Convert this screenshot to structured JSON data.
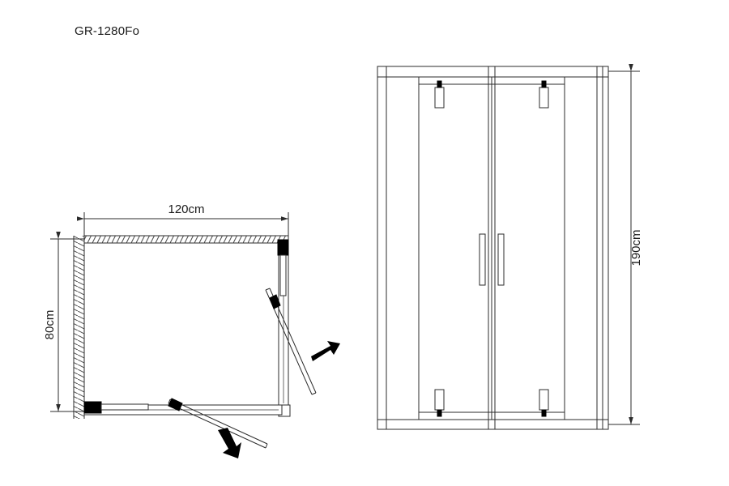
{
  "document": {
    "title": "GR-1280Fo",
    "type": "technical-drawing",
    "product": "shower enclosure",
    "background_color": "#ffffff",
    "line_color": "#2b2b2b",
    "hardware_color": "#000000"
  },
  "views": {
    "plan": {
      "name": "plan-view",
      "width_dimension": {
        "label": "120cm",
        "value": 120,
        "unit": "cm",
        "orientation": "horizontal"
      },
      "depth_dimension": {
        "label": "80cm",
        "value": 80,
        "unit": "cm",
        "orientation": "vertical"
      },
      "walls": [
        {
          "name": "top-wall",
          "hatched": true
        },
        {
          "name": "left-wall",
          "hatched": true
        }
      ],
      "doors": [
        {
          "name": "right-door",
          "swing": "outward",
          "arrow_direction": "up-right"
        },
        {
          "name": "bottom-door",
          "swing": "outward",
          "arrow_direction": "down-left"
        }
      ]
    },
    "elevation": {
      "name": "front-elevation-view",
      "height_dimension": {
        "label": "190cm",
        "value": 190,
        "unit": "cm",
        "orientation": "vertical"
      },
      "panels": [
        {
          "name": "left-fixed-panel"
        },
        {
          "name": "left-door-panel"
        },
        {
          "name": "right-door-panel"
        },
        {
          "name": "right-fixed-panel"
        }
      ],
      "handles": [
        {
          "name": "left-door-handle"
        },
        {
          "name": "right-door-handle"
        }
      ],
      "hinges": [
        {
          "name": "top-left-hinge"
        },
        {
          "name": "top-right-hinge"
        },
        {
          "name": "bottom-left-hinge"
        },
        {
          "name": "bottom-right-hinge"
        }
      ]
    }
  }
}
